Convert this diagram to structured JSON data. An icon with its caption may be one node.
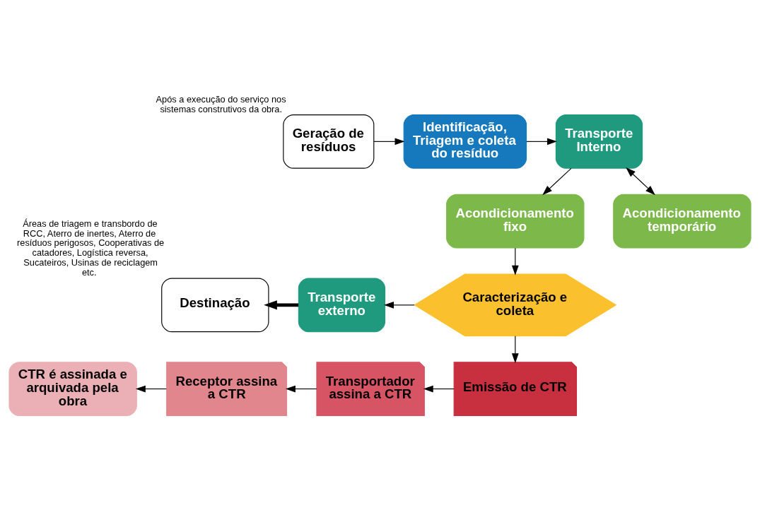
{
  "diagram": {
    "nodes": [
      {
        "text": [
          "Geração de resíduos"
        ],
        "beside": [
          "Após a execução do serviço nos sistemas construtivos da obra."
        ]
      },
      {
        "text": [
          "Identificação, Triagem e coleta do resíduo"
        ]
      },
      {
        "text": [
          "Transporte Interno"
        ]
      },
      {
        "text": [
          "Acondicionamento fixo"
        ]
      },
      {
        "text": [
          "Acondicionamento temporário"
        ]
      },
      {
        "text": [
          "Caracterização e coleta"
        ]
      },
      {
        "text": [
          "Transporte externo"
        ]
      },
      {
        "text": [
          "Destinação"
        ],
        "beside": [
          "Áreas de triagem e transbordo de RCC, Aterro de inertes, Aterro de resíduos perigosos, Cooperativas de catadores, Logística reversa, Sucateiros, Usinas de reciclagem etc."
        ]
      },
      {
        "text": [
          "Emissão de CTR"
        ]
      },
      {
        "text": [
          "Transportador assina a CTR"
        ]
      },
      {
        "text": [
          "Receptor assina a CTR"
        ]
      },
      {
        "text": [
          "CTR é assinada e arquivada pela obra"
        ]
      }
    ],
    "edges": [
      {
        "from": 0,
        "to": 1,
        "arrow": "to"
      },
      {
        "from": 1,
        "to": 2,
        "arrow": "to"
      },
      {
        "from": 2,
        "to": 4,
        "arrow": "both"
      },
      {
        "from": 2,
        "to": 3,
        "arrow": "to"
      },
      {
        "from": 3,
        "to": 5,
        "arrow": "to"
      },
      {
        "from": 5,
        "to": 6,
        "arrow": "to"
      },
      {
        "from": 6,
        "to": 7,
        "arrow": "to",
        "style": "thick"
      },
      {
        "from": 5,
        "to": 8,
        "arrow": "to"
      },
      {
        "from": 8,
        "to": 9,
        "arrow": "to"
      },
      {
        "from": 9,
        "to": 10,
        "arrow": "to"
      },
      {
        "from": 10,
        "to": 11,
        "arrow": "to"
      }
    ]
  }
}
